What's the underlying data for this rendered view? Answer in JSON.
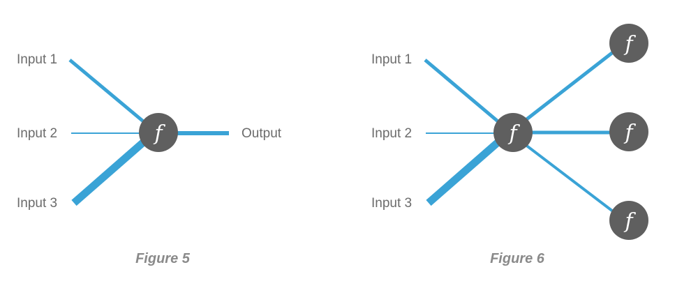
{
  "figure5": {
    "inputs": [
      "Input 1",
      "Input 2",
      "Input 3"
    ],
    "node_symbol": "f",
    "output_label": "Output",
    "caption": "Figure 5"
  },
  "figure6": {
    "inputs": [
      "Input 1",
      "Input 2",
      "Input 3"
    ],
    "node_symbol": "f",
    "output_nodes": [
      "f",
      "f",
      "f"
    ],
    "caption": "Figure 6"
  },
  "colors": {
    "edge": "#3aa3d6",
    "node": "#5f5f5f",
    "label": "#6b6b6b",
    "caption": "#8a8a8a"
  }
}
